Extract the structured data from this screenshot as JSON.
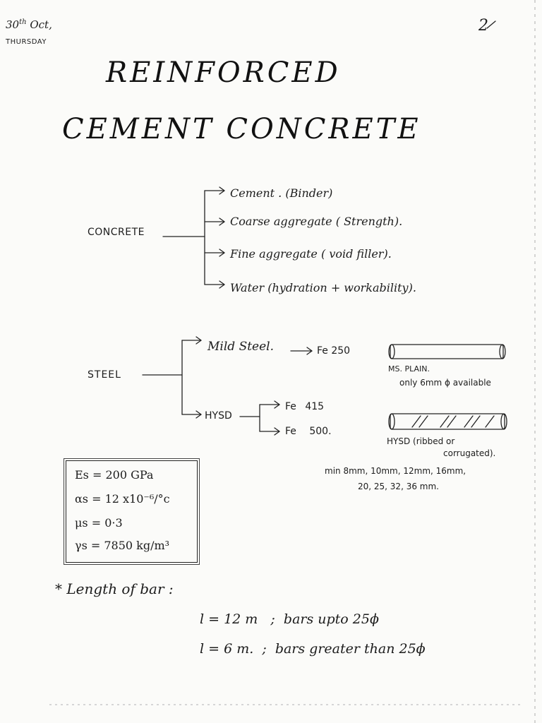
{
  "header": {
    "date_day": "30",
    "date_sup": "th",
    "date_month": "Oct,",
    "weekday": "THURSDAY",
    "page_number": "2"
  },
  "title": {
    "line1": "REINFORCED",
    "line2": "CEMENT CONCRETE"
  },
  "concrete": {
    "label": "CONCRETE",
    "items": [
      "Cement . (Binder)",
      "Coarse aggregate ( Strength).",
      "Fine aggregate ( void filler).",
      "Water (hydration + workability)."
    ]
  },
  "steel": {
    "label": "STEEL",
    "mild_steel": "Mild Steel.",
    "mild_grade": "Fe 250",
    "hysd": "HYSD",
    "hysd_grade_1": "Fe 415",
    "hysd_grade_2": "Fe 500.",
    "ms_note_1": "MS. PLAIN.",
    "ms_note_2": "only 6mm ϕ available",
    "hysd_note_1": "HYSD (ribbed or",
    "hysd_note_2": "corrugated).",
    "sizes_1": "min 8mm, 10mm, 12mm, 16mm,",
    "sizes_2": "20, 25, 32, 36 mm."
  },
  "properties": {
    "es": "Es = 200 GPa",
    "alpha": "αs = 12 x10⁻⁶/°c",
    "mu": "μs = 0·3",
    "gamma": "γs = 7850 kg/m³"
  },
  "length": {
    "heading": "* Length of bar :",
    "rule_1": "l = 12 m   ;  bars upto 25ϕ",
    "rule_2": "l = 6 m.  ;  bars greater than 25ϕ"
  }
}
